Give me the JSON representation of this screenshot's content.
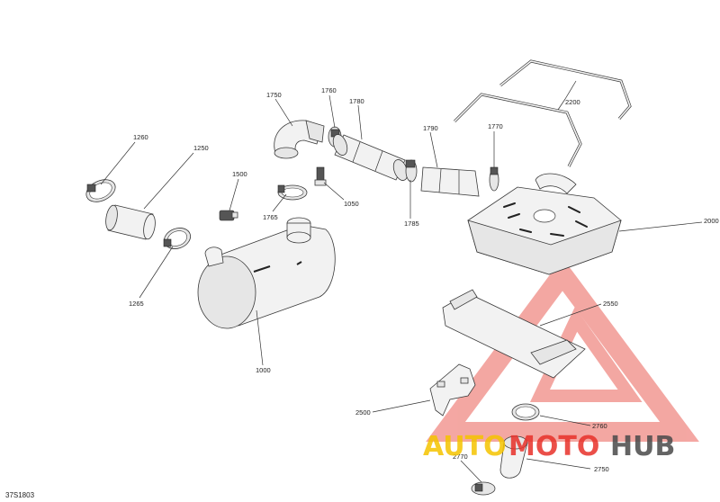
{
  "diagram": {
    "drawing_code": "37S1803",
    "callouts": [
      {
        "id": "1260",
        "text": "1260"
      },
      {
        "id": "1250",
        "text": "1250"
      },
      {
        "id": "1265",
        "text": "1265"
      },
      {
        "id": "1500",
        "text": "1500"
      },
      {
        "id": "1765",
        "text": "1765"
      },
      {
        "id": "1750",
        "text": "1750"
      },
      {
        "id": "1760",
        "text": "1760"
      },
      {
        "id": "1780",
        "text": "1780"
      },
      {
        "id": "1050",
        "text": "1050"
      },
      {
        "id": "1790",
        "text": "1790"
      },
      {
        "id": "1785",
        "text": "1785"
      },
      {
        "id": "1770",
        "text": "1770"
      },
      {
        "id": "2200",
        "text": "2200"
      },
      {
        "id": "2000",
        "text": "2000"
      },
      {
        "id": "1000",
        "text": "1000"
      },
      {
        "id": "2550",
        "text": "2550"
      },
      {
        "id": "2500",
        "text": "2500"
      },
      {
        "id": "2760",
        "text": "2760"
      },
      {
        "id": "2770",
        "text": "2770"
      },
      {
        "id": "2750",
        "text": "2750"
      }
    ]
  },
  "watermark": {
    "part1": "AUTO",
    "part2": "MOTO",
    "part3": "HUB",
    "colors": {
      "yellow": "#f5c400",
      "red": "#e8312a",
      "gray": "#4a4a4a",
      "triangle": "#f08a84"
    }
  }
}
